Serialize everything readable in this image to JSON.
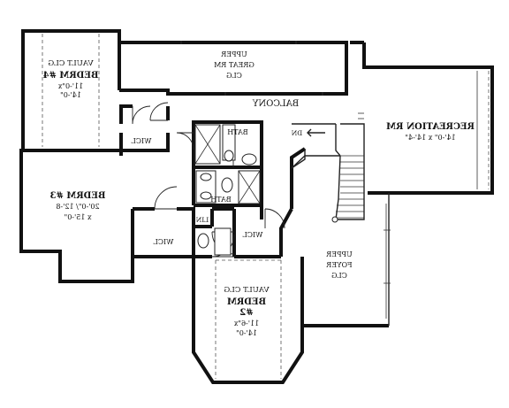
{
  "rooms": {
    "bedrm4": {
      "name": "BEDRM #4",
      "note": "VAULT CLG",
      "size1": "11'-0\"x",
      "size2": "14'-0\""
    },
    "upper_great_rm": {
      "line1": "UPPER",
      "line2": "GREAT RM",
      "line3": "CLG"
    },
    "balcony": {
      "name": "BALCONY"
    },
    "recreation": {
      "name": "RECREATION RM",
      "size": "14'-0\" x 14'-4\""
    },
    "dn": {
      "label": "DN"
    },
    "wicl_top": {
      "label": "WICL"
    },
    "bath_top": {
      "label": "BATH"
    },
    "bath_mid": {
      "label": "BATH"
    },
    "bedrm3": {
      "name": "BEDRM #3",
      "size1": "20'-0\"/ 12'-8",
      "size2": "x 15'-0\""
    },
    "lin": {
      "label": "LIN"
    },
    "wicl_mid": {
      "label": "WICL"
    },
    "wicl_right": {
      "label": "WICL"
    },
    "bedrm2": {
      "note": "VAULT CLG",
      "name": "BEDRM",
      "num": "#2",
      "size1": "11'-6\"x",
      "size2": "14'-0\""
    },
    "upper_foyer": {
      "line1": "UPPER",
      "line2": "FOYER",
      "line3": "CLG"
    }
  }
}
